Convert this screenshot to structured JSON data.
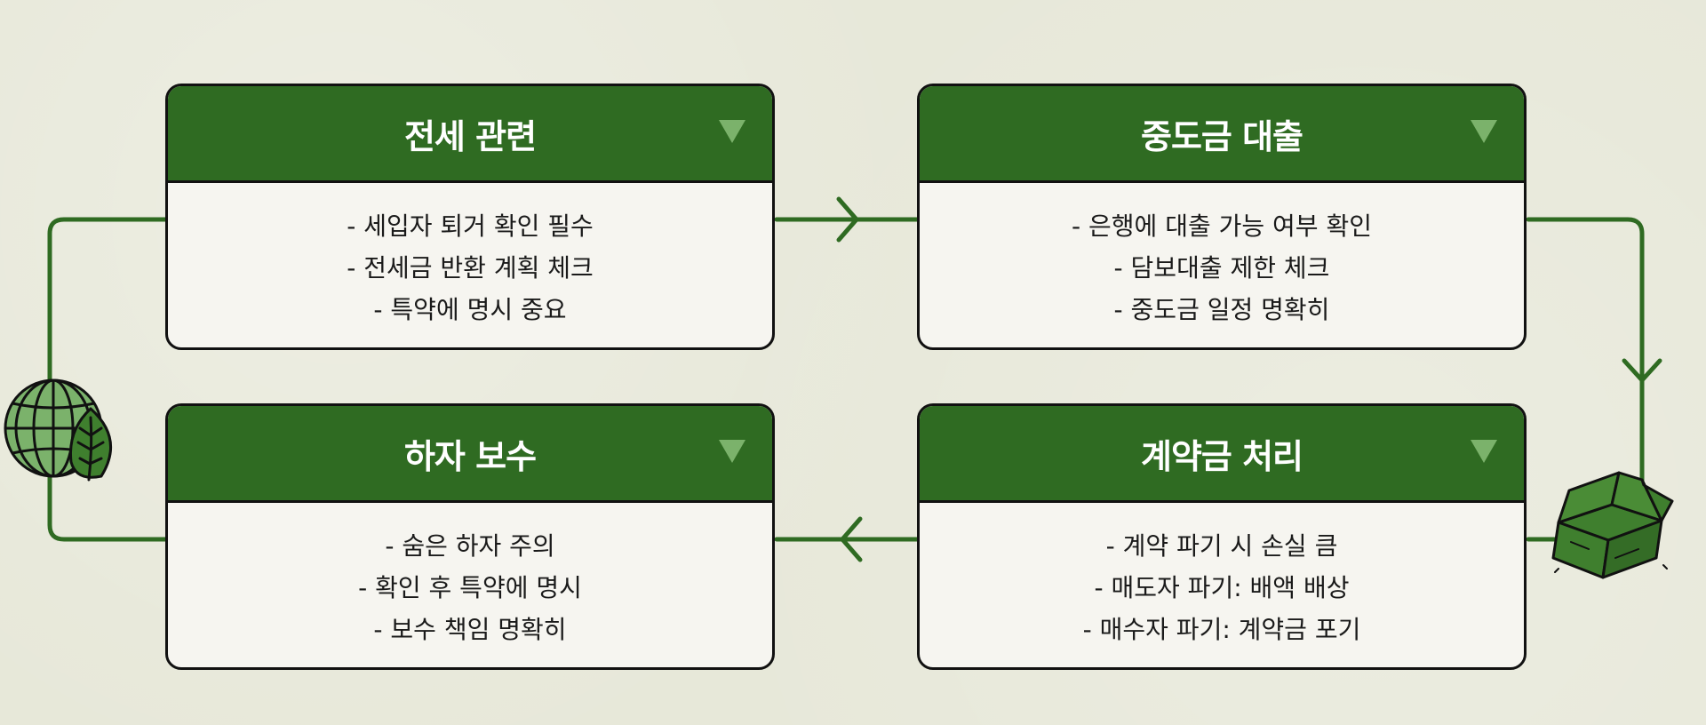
{
  "colors": {
    "background": "#e7e8d9",
    "header_green": "#2f6b22",
    "body_white": "#f6f5f0",
    "line_green": "#2f6b22",
    "toggle_green": "#7bb26b",
    "globe_green": "#7bb26b"
  },
  "icons": [
    "chevron-down-icon",
    "globe-leaf-icon",
    "open-box-icon",
    "arrow-right-icon",
    "arrow-down-icon",
    "arrow-left-icon"
  ],
  "cards": [
    {
      "title": "전세 관련",
      "lines": [
        "- 세입자 퇴거 확인 필수",
        "- 전세금 반환 계획 체크",
        "- 특약에 명시 중요"
      ]
    },
    {
      "title": "중도금 대출",
      "lines": [
        "- 은행에 대출 가능 여부 확인",
        "- 담보대출 제한 체크",
        "- 중도금 일정 명확히"
      ]
    },
    {
      "title": "계약금 처리",
      "lines": [
        "- 계약 파기 시 손실 큼",
        "- 매도자 파기: 배액 배상",
        "- 매수자 파기: 계약금 포기"
      ]
    },
    {
      "title": "하자 보수",
      "lines": [
        "- 숨은 하자 주의",
        "- 확인 후 특약에 명시",
        "- 보수 책임 명확히"
      ]
    }
  ]
}
